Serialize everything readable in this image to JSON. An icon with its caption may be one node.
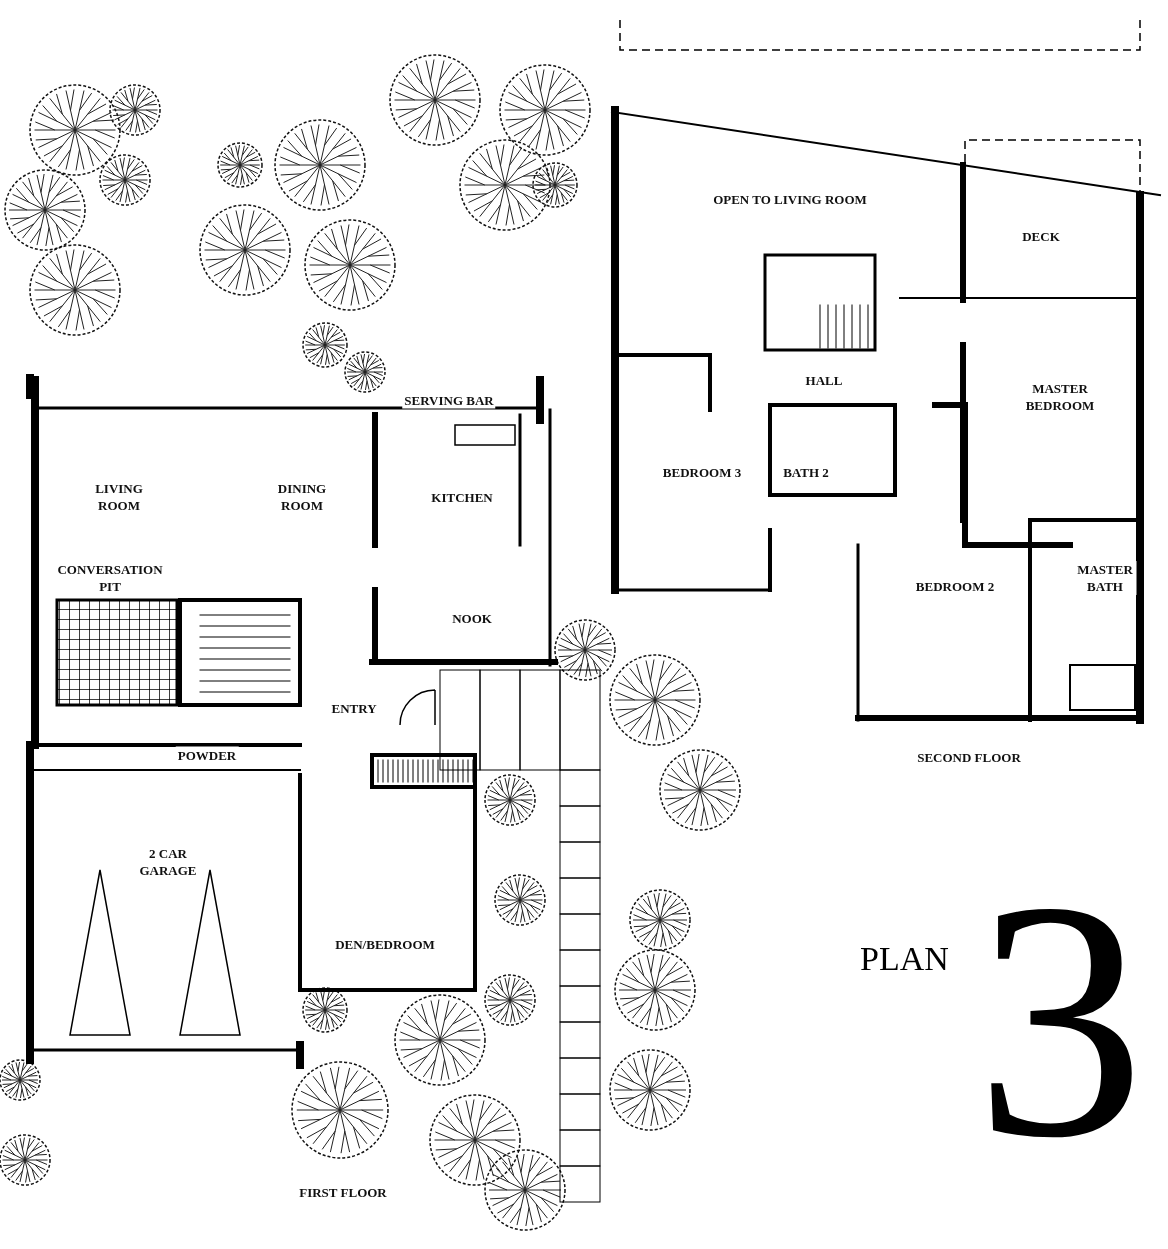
{
  "diagram": {
    "labels": [
      "OPEN TO LIVING ROOM",
      "DECK",
      "HALL",
      "MASTER BEDROOM",
      "BEDROOM 3",
      "BATH 2",
      "SERVING BAR",
      "LIVING ROOM",
      "DINING ROOM",
      "KITCHEN",
      "CONVERSATION PIT",
      "MASTER BATH",
      "BEDROOM 2",
      "NOOK",
      "ENTRY",
      "POWDER",
      "SECOND FLOOR",
      "2 CAR GARAGE",
      "DEN/BEDROOM",
      "FIRST FLOOR",
      "PLAN",
      "3"
    ]
  }
}
